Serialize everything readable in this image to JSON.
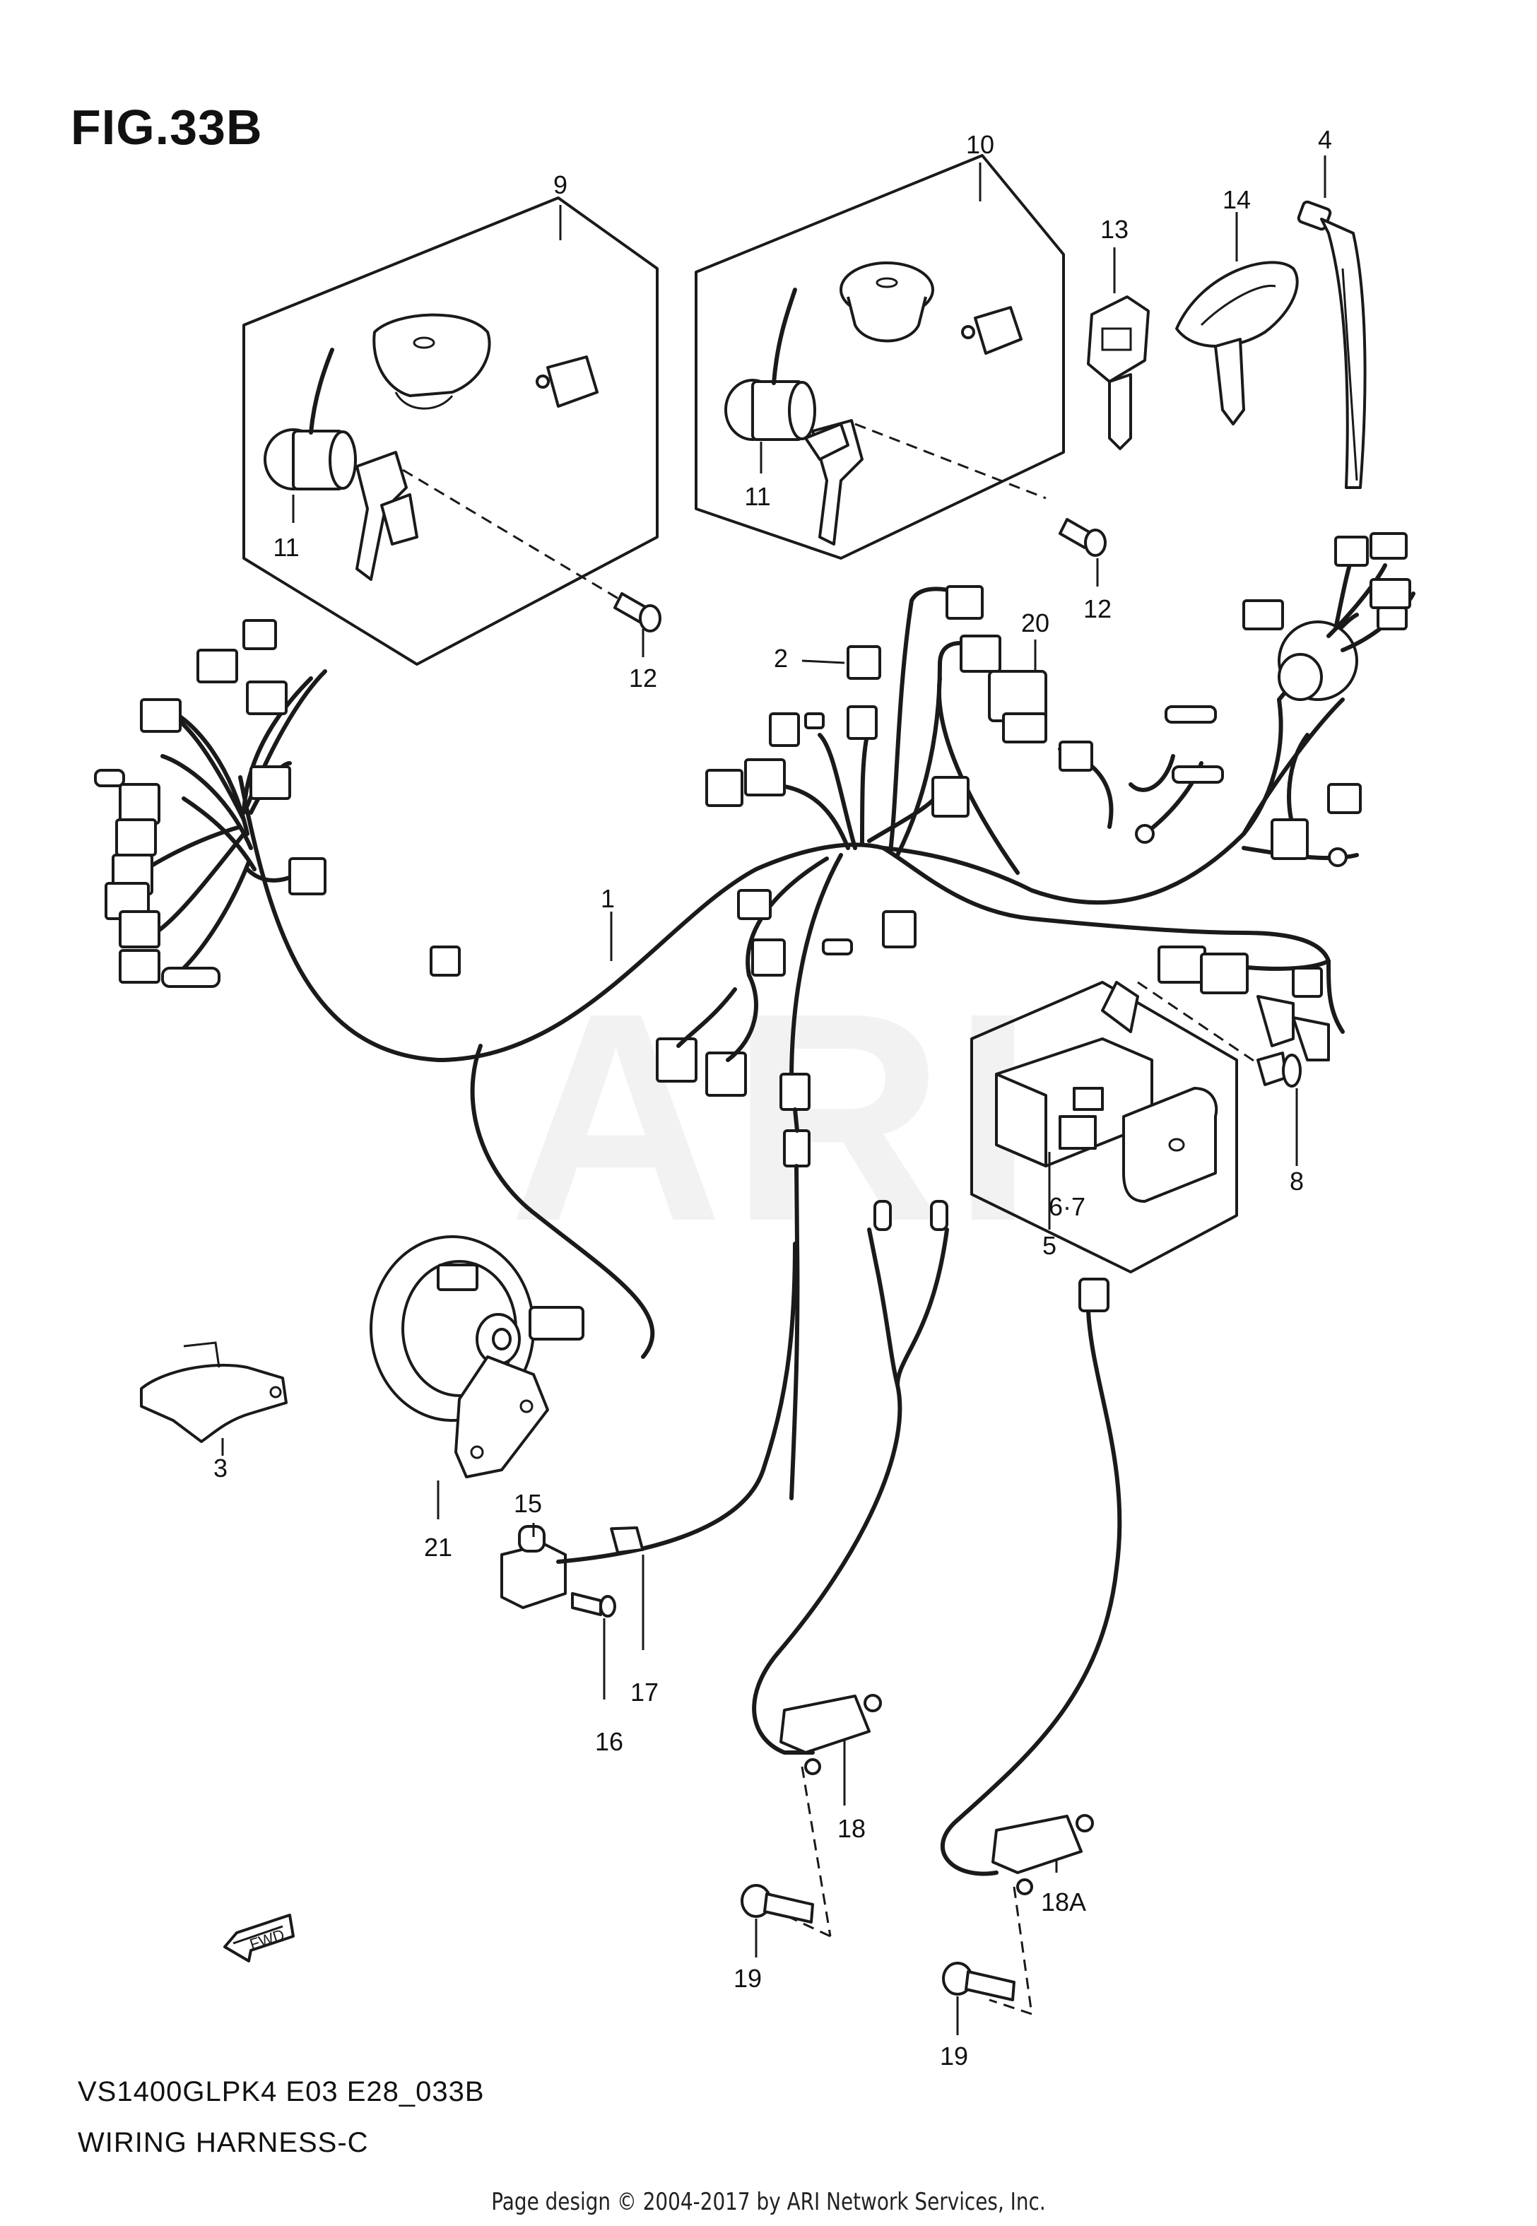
{
  "figure": {
    "title": "FIG.33B",
    "model_code": "VS1400GLPK4 E03 E28_033B",
    "description": "WIRING HARNESS-C",
    "footer": "Page design © 2004-2017 by ARI Network Services, Inc.",
    "watermark": "ARI"
  },
  "callouts": {
    "c1": "1",
    "c2": "2",
    "c3": "3",
    "c4": "4",
    "c5": "5",
    "c67": "6·7",
    "c8": "8",
    "c9": "9",
    "c10": "10",
    "c11a": "11",
    "c11b": "11",
    "c12a": "12",
    "c12b": "12",
    "c13": "13",
    "c14": "14",
    "c15": "15",
    "c16": "16",
    "c17": "17",
    "c18": "18",
    "c18a": "18A",
    "c19a": "19",
    "c19b": "19",
    "c20": "20",
    "c21": "21"
  },
  "icons": {
    "fwd_arrow": "fwd-arrow-icon",
    "fwd_text": "FWD"
  },
  "colors": {
    "line": "#1a1a1a",
    "watermark": "#f2f2f2",
    "background": "#ffffff"
  }
}
